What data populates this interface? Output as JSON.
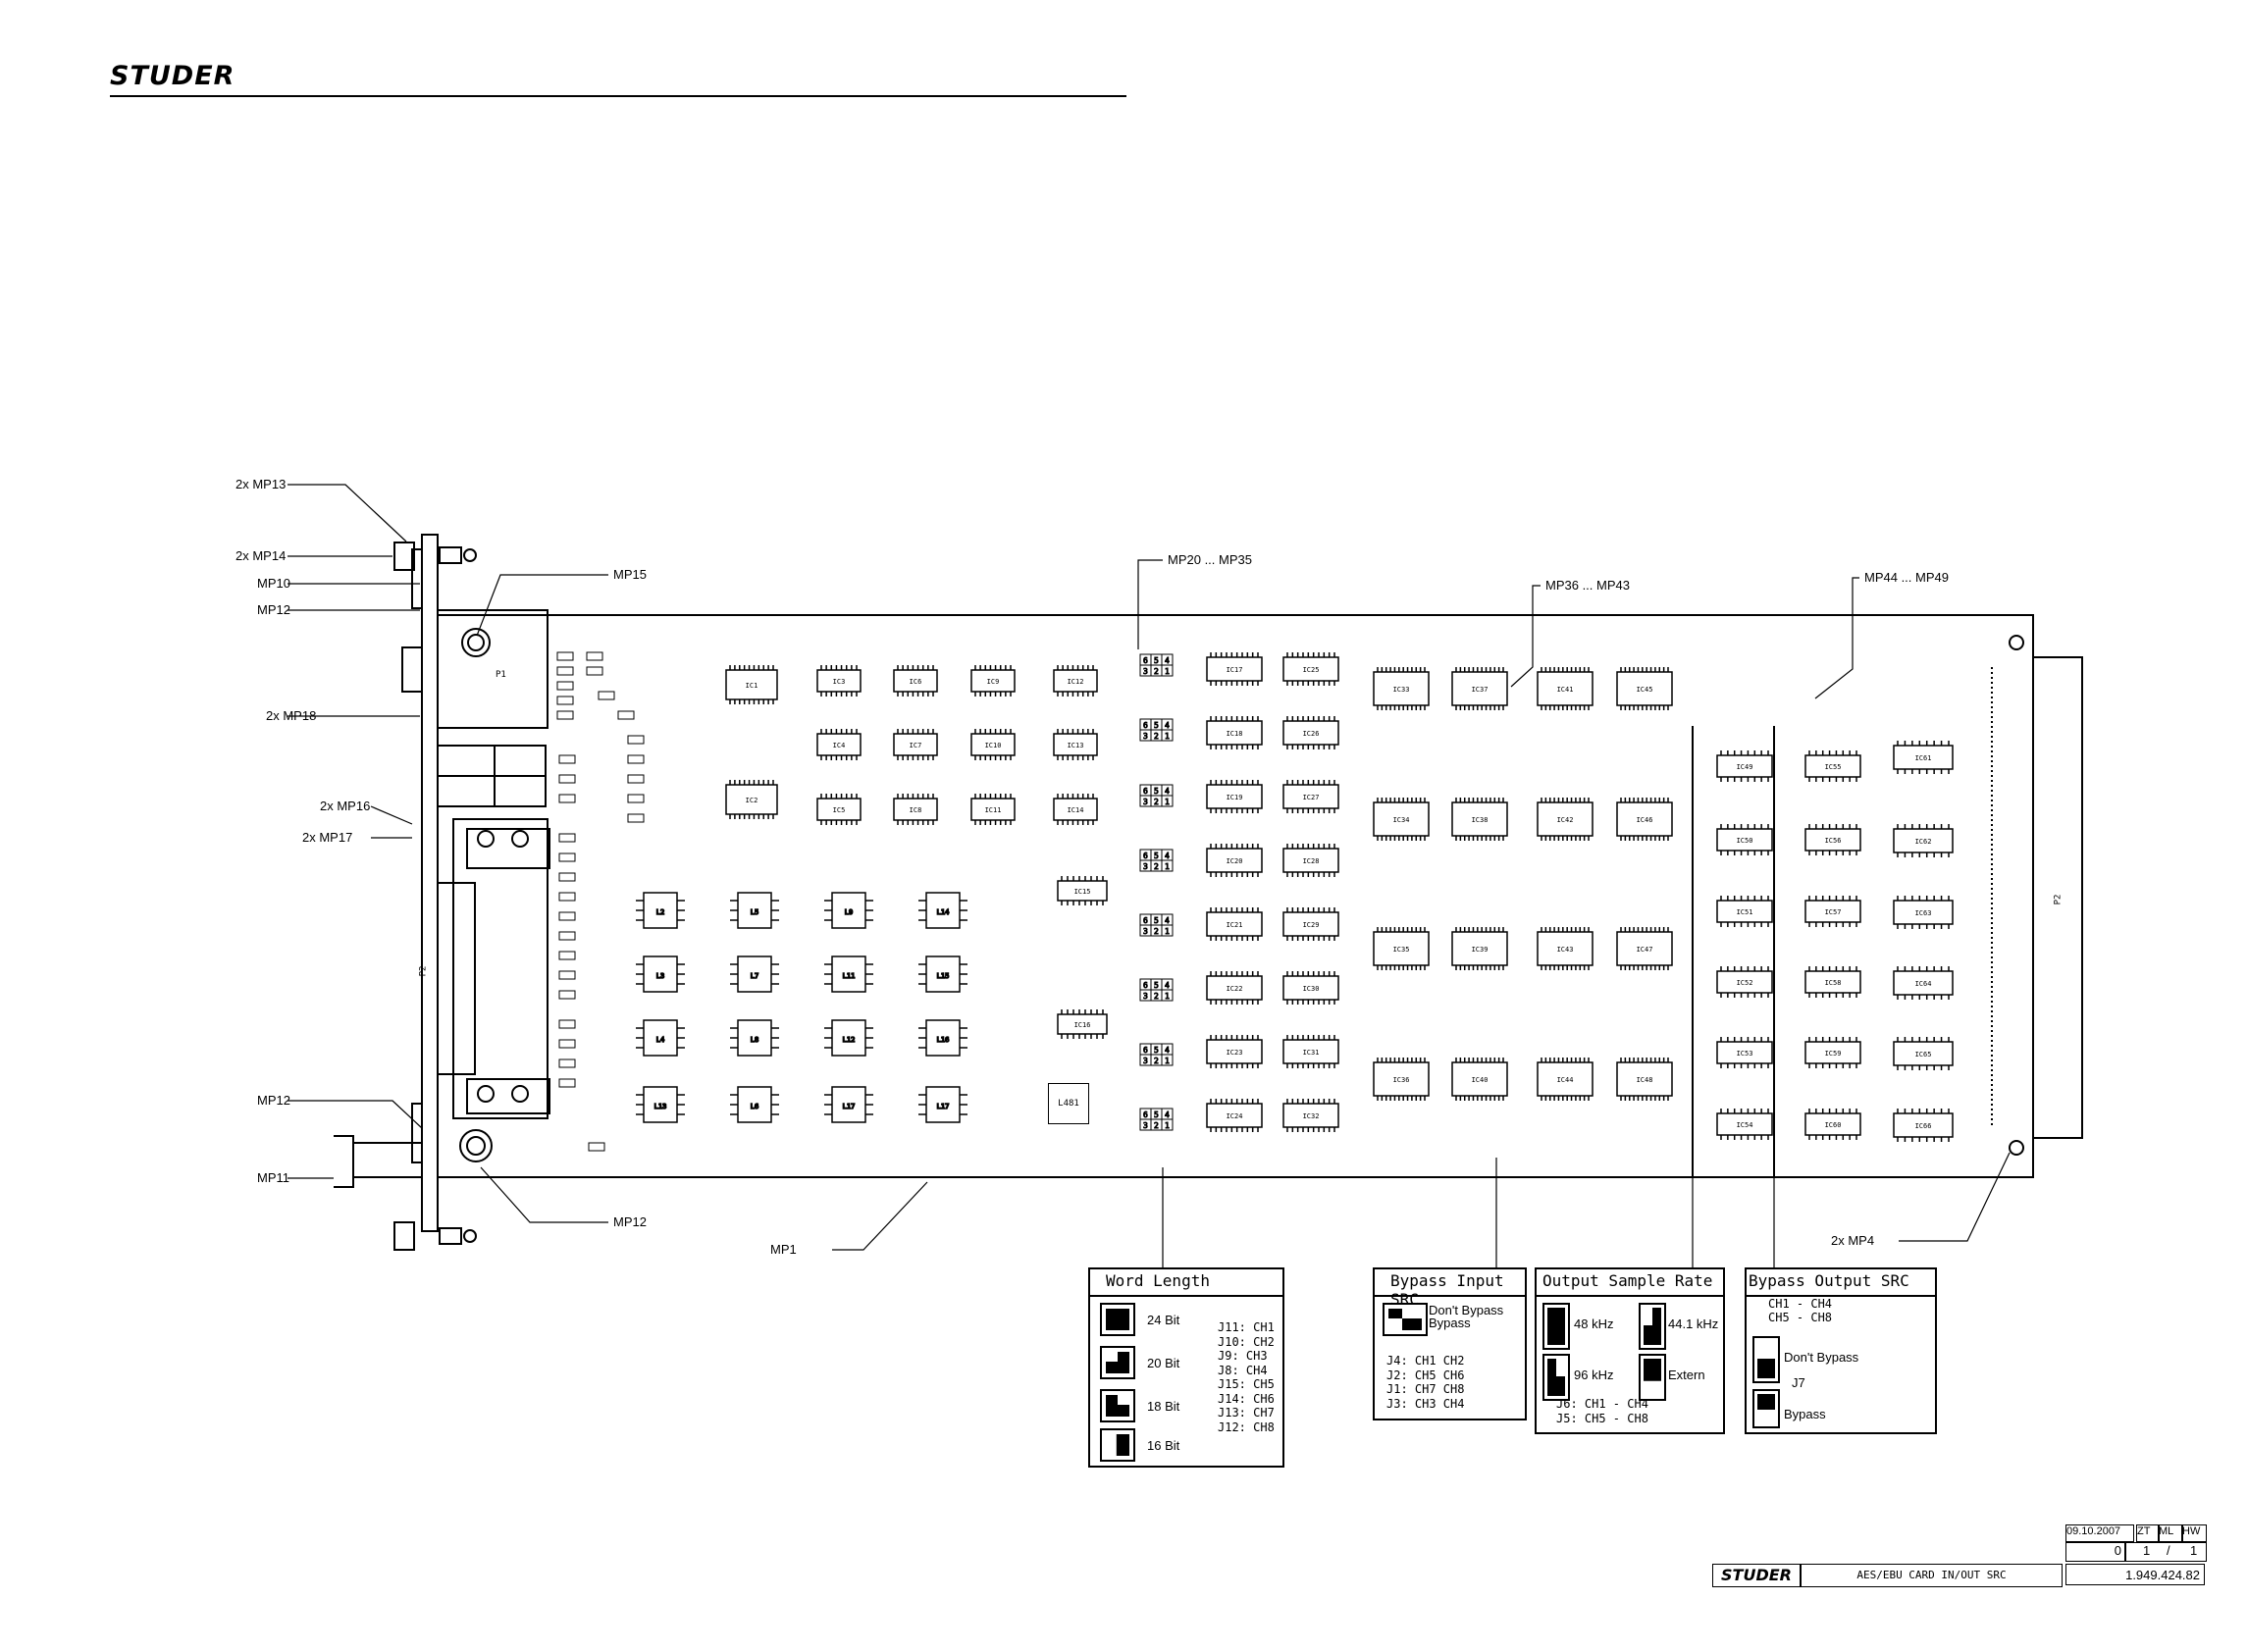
{
  "header": {
    "brand": "STUDER"
  },
  "callouts": {
    "mp13": "2x  MP13",
    "mp14": "2x  MP14",
    "mp10": "MP10",
    "mp12_top": "MP12",
    "mp15": "MP15",
    "mp18": "2x  MP18",
    "mp16": "2x  MP16",
    "mp17": "2x  MP17",
    "mp12_mid": "MP12",
    "mp11": "MP11",
    "mp12_bottom": "MP12",
    "mp1": "MP1",
    "mp20_35": "MP20 ... MP35",
    "mp36_43": "MP36 ... MP43",
    "mp44_49": "MP44 ... MP49",
    "mp4": "2x  MP4"
  },
  "board": {
    "connector_p1": "P1",
    "connector_p2_left": "P2",
    "connector_p2_right": "P2",
    "inductor": "L481",
    "opto_labels": [
      "L2",
      "L5",
      "L9",
      "L14",
      "L3",
      "L7",
      "L11",
      "L15",
      "L4",
      "L8",
      "L12",
      "L16",
      "L13",
      "L6",
      "L17",
      "L17"
    ],
    "ic_col1": [
      "IC1",
      "IC2"
    ],
    "ic_col2": [
      "IC3",
      "IC4",
      "IC5"
    ],
    "ic_col3": [
      "IC6",
      "IC7",
      "IC8"
    ],
    "ic_col4": [
      "IC9",
      "IC10",
      "IC11"
    ],
    "ic_col5": [
      "IC12",
      "IC13",
      "IC14"
    ],
    "ic_mid": [
      "IC15",
      "IC16"
    ],
    "ic_col6": [
      "IC17",
      "IC18",
      "IC19",
      "IC20",
      "IC21",
      "IC22",
      "IC23",
      "IC24"
    ],
    "ic_col7": [
      "IC25",
      "IC26",
      "IC27",
      "IC28",
      "IC29",
      "IC30",
      "IC31",
      "IC32"
    ],
    "ic_col8": [
      "IC33",
      "IC34",
      "IC35",
      "IC36"
    ],
    "ic_col9": [
      "IC37",
      "IC38",
      "IC39",
      "IC40"
    ],
    "ic_col10": [
      "IC41",
      "IC42",
      "IC43",
      "IC44"
    ],
    "ic_col11": [
      "IC45",
      "IC46",
      "IC47",
      "IC48"
    ],
    "ic_col12": [
      "IC49",
      "IC50",
      "IC51",
      "IC52",
      "IC53",
      "IC54"
    ],
    "ic_col13": [
      "IC55",
      "IC56",
      "IC57",
      "IC58",
      "IC59",
      "IC60"
    ],
    "ic_col14": [
      "IC61",
      "IC62",
      "IC63",
      "IC64",
      "IC65",
      "IC66"
    ],
    "jumpers_wl": [
      "J11",
      "J10",
      "J9",
      "J8",
      "J15",
      "J14",
      "J13",
      "J12"
    ],
    "jumper_pins_top": [
      "6",
      "5",
      "4"
    ],
    "jumper_pins_bottom": [
      "3",
      "2",
      "1"
    ],
    "jumpers_src": [
      "J4",
      "J2",
      "J1",
      "J3"
    ],
    "jumpers_osr": [
      "J5",
      "J6",
      "J7"
    ]
  },
  "legends": {
    "word_length": {
      "title": "Word Length",
      "options": [
        "24 Bit",
        "20 Bit",
        "18 Bit",
        "16 Bit"
      ],
      "mapping": [
        "J11:  CH1",
        "J10:  CH2",
        "J9:  CH3",
        "J8:  CH4",
        "J15:  CH5",
        "J14:  CH6",
        "J13:  CH7",
        "J12:  CH8"
      ]
    },
    "bypass_input": {
      "title": "Bypass Input SRC",
      "option_a": "Don't Bypass",
      "option_b": "Bypass",
      "mapping": [
        "J4:  CH1  CH2",
        "J2:  CH5  CH6",
        "J1:  CH7  CH8",
        "J3:  CH3  CH4"
      ]
    },
    "output_rate": {
      "title": "Output Sample Rate",
      "opt_48": "48 kHz",
      "opt_441": "44.1 kHz",
      "opt_96": "96 kHz",
      "opt_extern": "Extern",
      "mapping": [
        "J6:  CH1  -  CH4",
        "J5:  CH5  -  CH8"
      ]
    },
    "bypass_output": {
      "title": "Bypass Output SRC",
      "ch_a": "CH1  -  CH4",
      "ch_b": "CH5  -  CH8",
      "opt_dont": "Don't Bypass",
      "jumper": "J7",
      "opt_bypass": "Bypass"
    }
  },
  "title_block": {
    "date": "09.10.2007",
    "zt": "ZT",
    "ml": "ML",
    "hw": "HW",
    "rev": "0",
    "sheet": "1",
    "sheet_sep": "/",
    "sheets": "1",
    "brand": "STUDER",
    "title": "AES/EBU CARD IN/OUT SRC",
    "doc_no": "1.949.424.82"
  }
}
